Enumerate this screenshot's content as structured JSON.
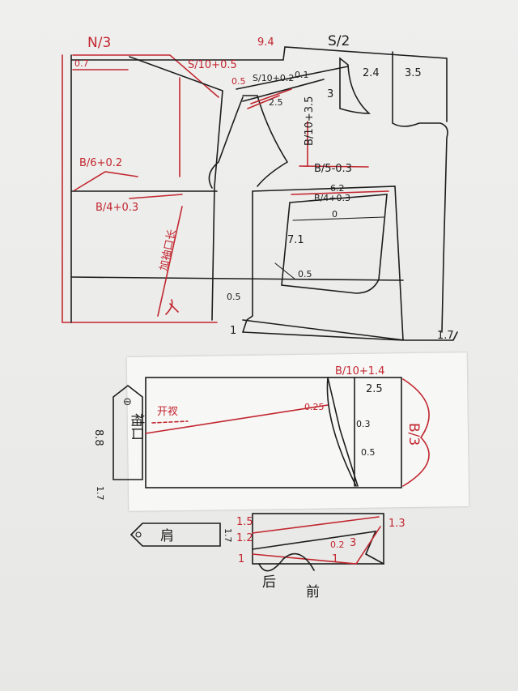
{
  "colors": {
    "paper": "#efefee",
    "ink_black": "#1d1d1d",
    "ink_red": "#c2262f"
  },
  "bodice": {
    "labels": {
      "top_left_fraction": "N/3",
      "top_left_07": "0.7",
      "neck_formula": "S/10+0.5",
      "top_94": "9.4",
      "shoulder_s2": "S/2",
      "s10_02": "S/10+0.2",
      "v_01": "0.1",
      "v_05_left": "0.5",
      "v_25": "2.5",
      "v_24": "2.4",
      "v_35": "3.5",
      "v_3": "3",
      "b10_35": "B/10+3.5",
      "b6_02": "B/6+0.2",
      "b5_03": "B/5-0.3",
      "b4_03_left": "B/4+0.3",
      "b4_03_center": "B/4+0.3",
      "v_62": "6.2",
      "v_0": "0",
      "v_71": "7.1",
      "v_ao5": "0.5",
      "cuff_length": "加袖口长",
      "v_05_hem": "0.5",
      "v_1_hem": "1",
      "v_17": "1.7"
    }
  },
  "sleeve": {
    "labels": {
      "b10_14": "B/10+1.4",
      "v_25": "2.5",
      "v_025": "0.25",
      "v_03": "0.3",
      "v_05": "0.5",
      "b3_minus": "B/3",
      "kaichang": "开衩",
      "cuff_text": "袖口",
      "cuff_len": "8.8",
      "cuff_w": "1.7",
      "cuff_hole": "⊖"
    }
  },
  "collar": {
    "labels": {
      "h15": "1.5",
      "h12": "1.2",
      "h1": "1",
      "v13": "1.3",
      "v02": "0.2",
      "v3": "3",
      "v1": "1",
      "back": "后",
      "front": "前",
      "tab_text": "肩",
      "tab_w": "1.7"
    }
  }
}
